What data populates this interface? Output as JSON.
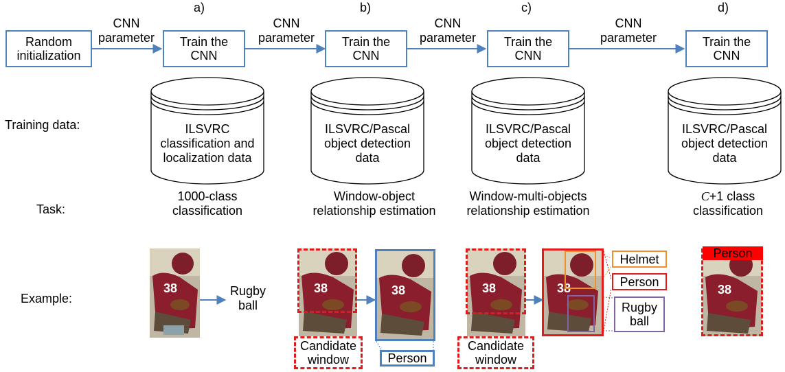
{
  "stages": [
    {
      "letter": "a)",
      "box_label": "Train the CNN"
    },
    {
      "letter": "b)",
      "box_label": "Train the CNN"
    },
    {
      "letter": "c)",
      "box_label": "Train the CNN"
    },
    {
      "letter": "d)",
      "box_label": "Train the CNN"
    }
  ],
  "start_box": "Random initialization",
  "edge_label_line1": "CNN",
  "edge_label_line2": "parameter",
  "row_labels": {
    "training_data": "Training data:",
    "task": "Task:",
    "example": "Example:"
  },
  "training_data": [
    {
      "line1": "ILSVRC",
      "line2": "classification and",
      "line3": "localization data"
    },
    {
      "line1": "ILSVRC/Pascal",
      "line2": "object detection",
      "line3": "data"
    },
    {
      "line1": "ILSVRC/Pascal",
      "line2": "object detection",
      "line3": "data"
    },
    {
      "line1": "ILSVRC/Pascal",
      "line2": "object detection",
      "line3": "data"
    }
  ],
  "tasks": [
    {
      "line1": "1000-class",
      "line2": "classification"
    },
    {
      "line1": "Window-object",
      "line2": "relationship estimation"
    },
    {
      "line1": "Window-multi-objects",
      "line2": "relationship estimation"
    },
    {
      "line1_italic": "C",
      "line1_rest": "+1 class",
      "line2": "classification"
    }
  ],
  "examples": {
    "a_output_line1": "Rugby",
    "a_output_line2": "ball",
    "candidate_line1": "Candidate",
    "candidate_line2": "window",
    "b_label": "Person",
    "c_labels": [
      "Helmet",
      "Person",
      "Rugby ball"
    ],
    "d_label": "Person"
  },
  "colors": {
    "arrow_blue": "#4f81bd",
    "box_border": "#4f81bd",
    "red": "#e01b1b",
    "orange": "#f0902c",
    "purple": "#8064a2"
  }
}
